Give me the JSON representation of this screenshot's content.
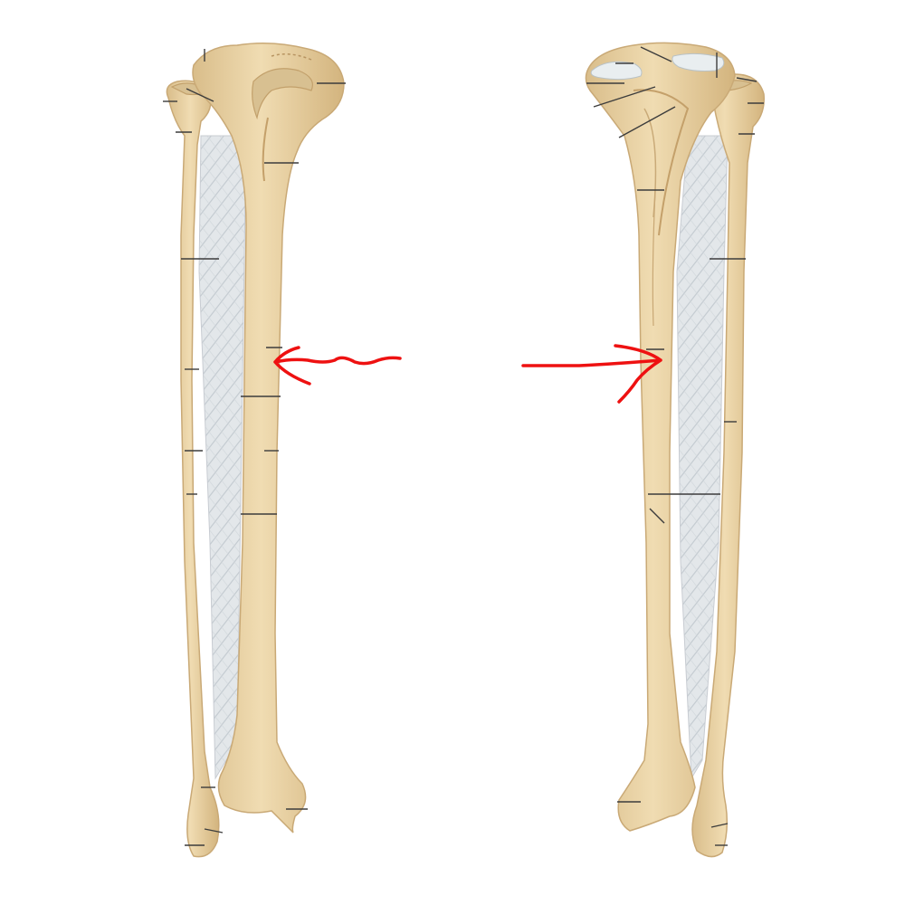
{
  "figure": {
    "views": [
      {
        "id": "anterior",
        "bones": [
          "tibia",
          "fibula"
        ],
        "interosseous_membrane": true
      },
      {
        "id": "posterior",
        "bones": [
          "tibia",
          "fibula"
        ],
        "interosseous_membrane": true
      }
    ],
    "annotations": {
      "arrow_left_direction": "pointing-left",
      "arrow_right_direction": "pointing-right",
      "arrow_color": "#ee1111"
    },
    "colors": {
      "bone": "#e8d3a6",
      "bone_shadow": "#c9a976",
      "membrane": "#dfe4e8",
      "leader_lines": "#3c3c3c",
      "background": "#ffffff"
    }
  }
}
